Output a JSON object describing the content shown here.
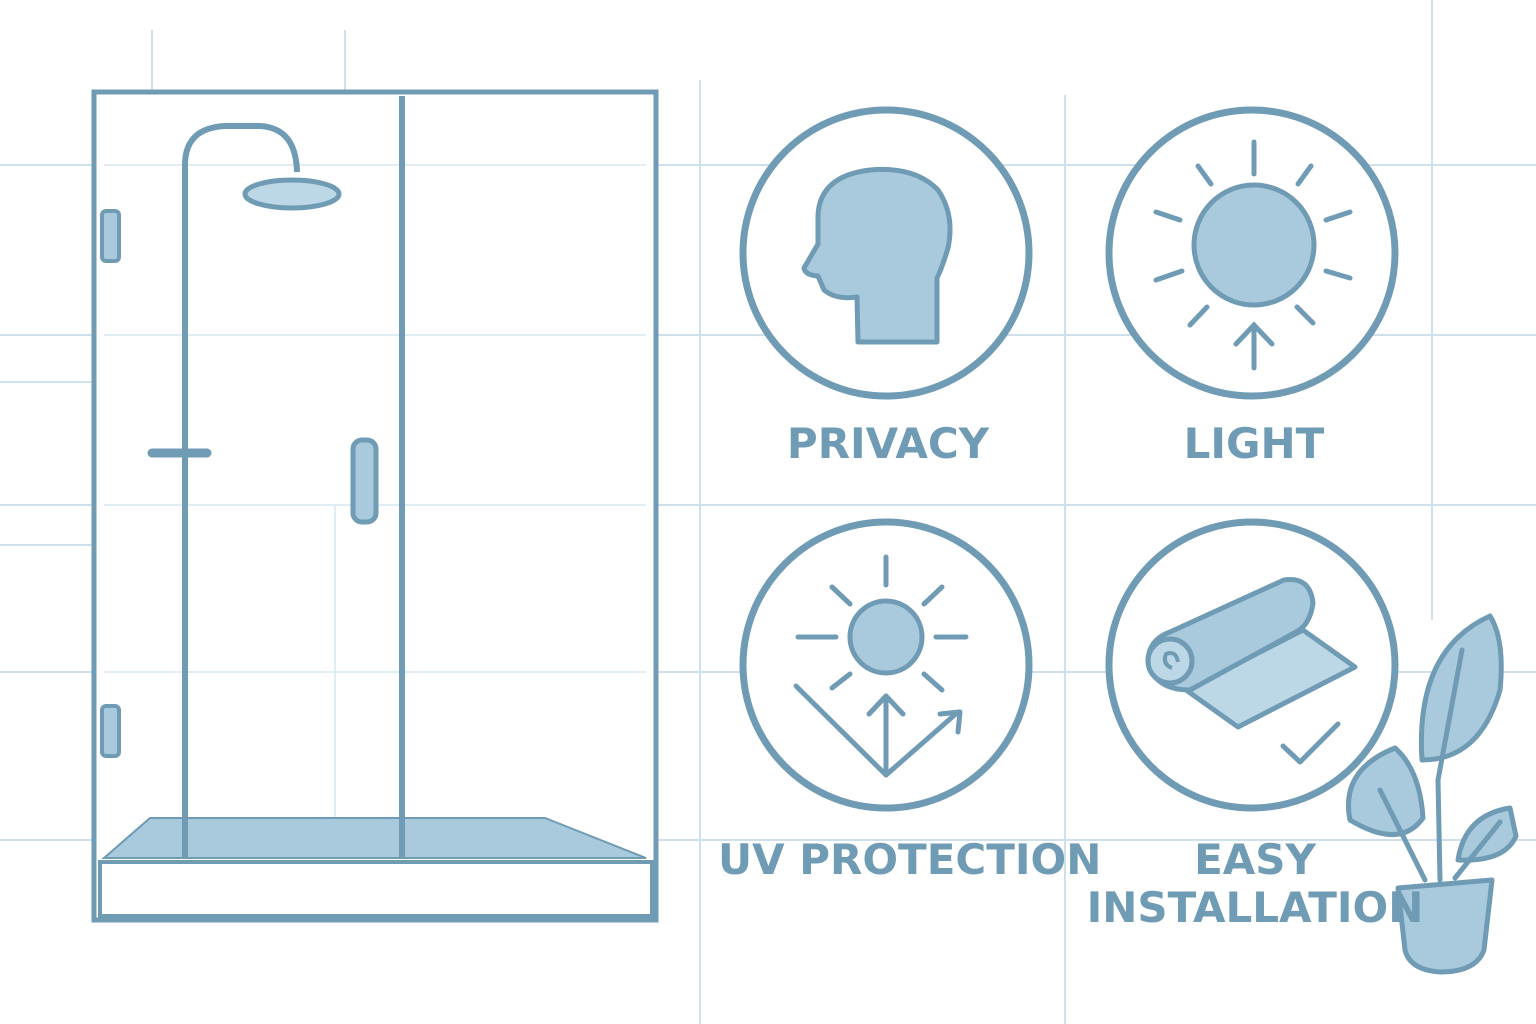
{
  "colors": {
    "stroke": "#6f9bb5",
    "fill": "#a9cadd",
    "fill_light": "#bcd7e6",
    "grid": "#cde0ec",
    "label": "#6f9bb5"
  },
  "features": {
    "privacy": {
      "label": "PRIVACY",
      "icon": "head-silhouette-icon"
    },
    "light": {
      "label": "LIGHT",
      "icon": "sun-icon"
    },
    "uv_protection": {
      "label": "UV PROTECTION",
      "icon": "uv-sun-reflect-icon"
    },
    "easy_installation": {
      "label_line1": "EASY",
      "label_line2": "INSTALLATION",
      "icon": "film-roll-check-icon"
    }
  }
}
